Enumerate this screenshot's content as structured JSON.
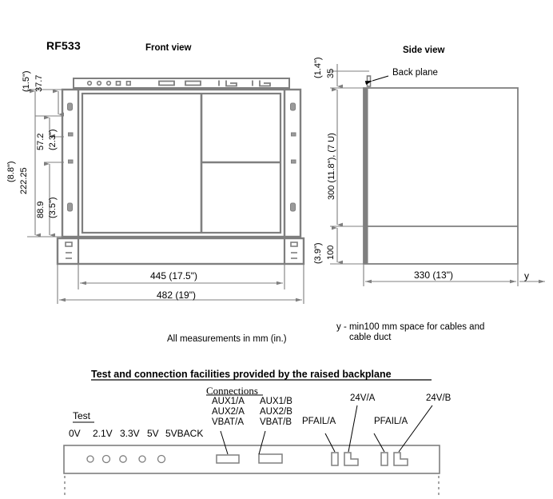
{
  "drawing": {
    "model_label": "RF533",
    "front_view_title": "Front view",
    "side_view_title": "Side view",
    "units_note": "All measurements in mm (in.)",
    "y_note_line1": "y - min100 mm space for cables and",
    "y_note_line2": "cable duct",
    "backplane_callout": "Back plane",
    "y_marker": "y"
  },
  "front_view_dims": {
    "d_37_7": "37.7",
    "d_37_7_in": "(1.5\")",
    "d_57_2": "57.2",
    "d_57_2_in": "(2.3\")",
    "d_88_9": "88.9",
    "d_88_9_in": "(3.5\")",
    "d_222_25": "222.25",
    "d_222_25_in": "(8.8\")",
    "width_inner": "445 (17.5\")",
    "width_outer": "482 (19\")"
  },
  "side_view_dims": {
    "d_35": "35",
    "d_35_in": "(1.4\")",
    "d_300": "300 (11.8\"), (7 U)",
    "d_100": "100",
    "d_100_in": "(3.9\")",
    "depth": "330 (13\")"
  },
  "backplane_section": {
    "heading": "Test and connection facilities provided by the raised backplane",
    "test_group_label": "Test",
    "connections_group_label": "Connections",
    "test_points": [
      "0V",
      "2.1V",
      "3.3V",
      "5V",
      "5VBACK"
    ],
    "connector_labels": [
      {
        "lines": [
          "AUX1/A",
          "AUX2/A",
          "VBAT/A"
        ]
      },
      {
        "lines": [
          "AUX1/B",
          "AUX2/B",
          "VBAT/B"
        ]
      }
    ],
    "pfail_a_left": "PFAIL/A",
    "pfail_a_right": "PFAIL/A",
    "v24_a": "24V/A",
    "v24_b": "24V/B"
  },
  "colors": {
    "line_gray": "#7f7f7f",
    "line_dark": "#6e6e6e",
    "text_black": "#000000",
    "background": "#ffffff"
  }
}
